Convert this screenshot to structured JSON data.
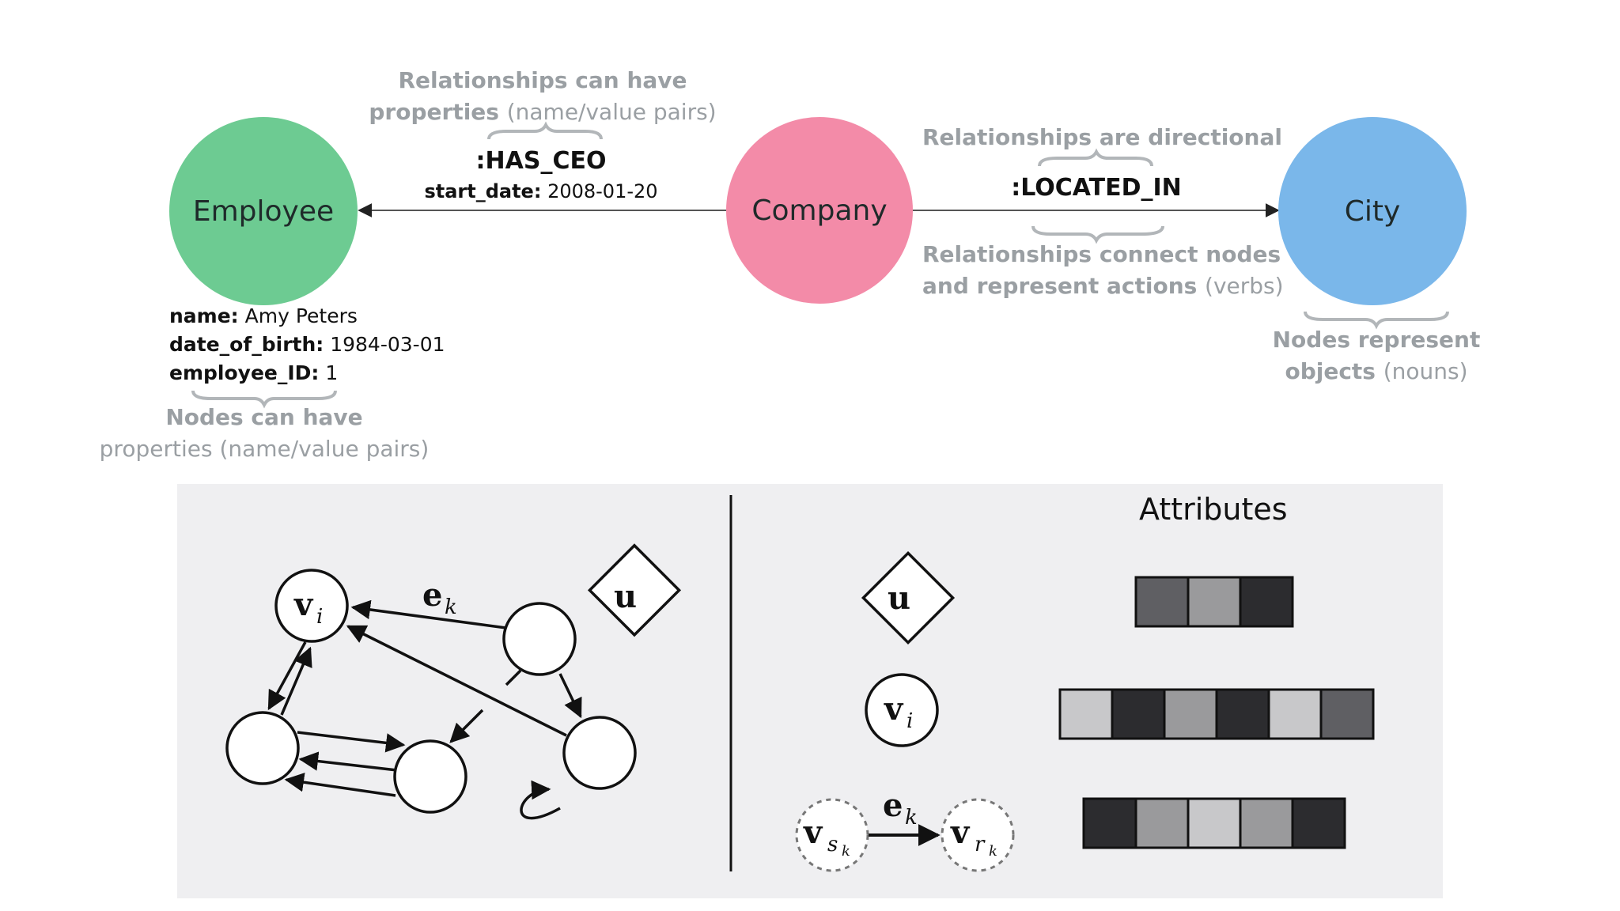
{
  "top_diagram": {
    "nodes": {
      "employee": {
        "label": "Employee",
        "color": "#6dcb92"
      },
      "company": {
        "label": "Company",
        "color": "#f38ba8"
      },
      "city": {
        "label": "City",
        "color": "#7ab7ea"
      }
    },
    "has_ceo": {
      "type": ":HAS_CEO",
      "prop_key": "start_date:",
      "prop_value": "2008-01-20"
    },
    "located_in": {
      "type": ":LOCATED_IN"
    },
    "employee_props": [
      {
        "key": "name:",
        "value": "Amy Peters"
      },
      {
        "key": "date_of_birth:",
        "value": "1984-03-01"
      },
      {
        "key": "employee_ID:",
        "value": "1"
      }
    ],
    "notes": {
      "rel_props_line1": "Relationships can have",
      "rel_props_line2_bold": "properties",
      "rel_props_line2_light": "(name/value pairs)",
      "directional": "Relationships are directional",
      "connect_line1": "Relationships connect nodes",
      "connect_line2_bold": "and represent actions",
      "connect_line2_light": "(verbs)",
      "nodes_props_line1": "Nodes can have",
      "nodes_props_line2": "properties (name/value pairs)",
      "nodes_objects_line1": "Nodes represent",
      "nodes_objects_line2_bold": "objects",
      "nodes_objects_line2_light": "(nouns)"
    }
  },
  "bottom_panel": {
    "background": "#efeff1",
    "attributes_title": "Attributes",
    "symbols": {
      "global": "u",
      "node": "v",
      "node_sub": "i",
      "edge": "e",
      "edge_sub": "k",
      "sender": "v",
      "sender_sub": "s",
      "sender_subsub": "k",
      "receiver": "v",
      "receiver_sub": "r",
      "receiver_subsub": "k"
    },
    "attribute_vectors": {
      "global": [
        "#5f5f63",
        "#9a9a9c",
        "#2c2c2f"
      ],
      "node": [
        "#c8c8ca",
        "#2c2c2f",
        "#9a9a9c",
        "#2c2c2f",
        "#c8c8ca",
        "#5f5f63"
      ],
      "edge": [
        "#2c2c2f",
        "#9a9a9c",
        "#c8c8ca",
        "#9a9a9c",
        "#2c2c2f"
      ]
    }
  }
}
